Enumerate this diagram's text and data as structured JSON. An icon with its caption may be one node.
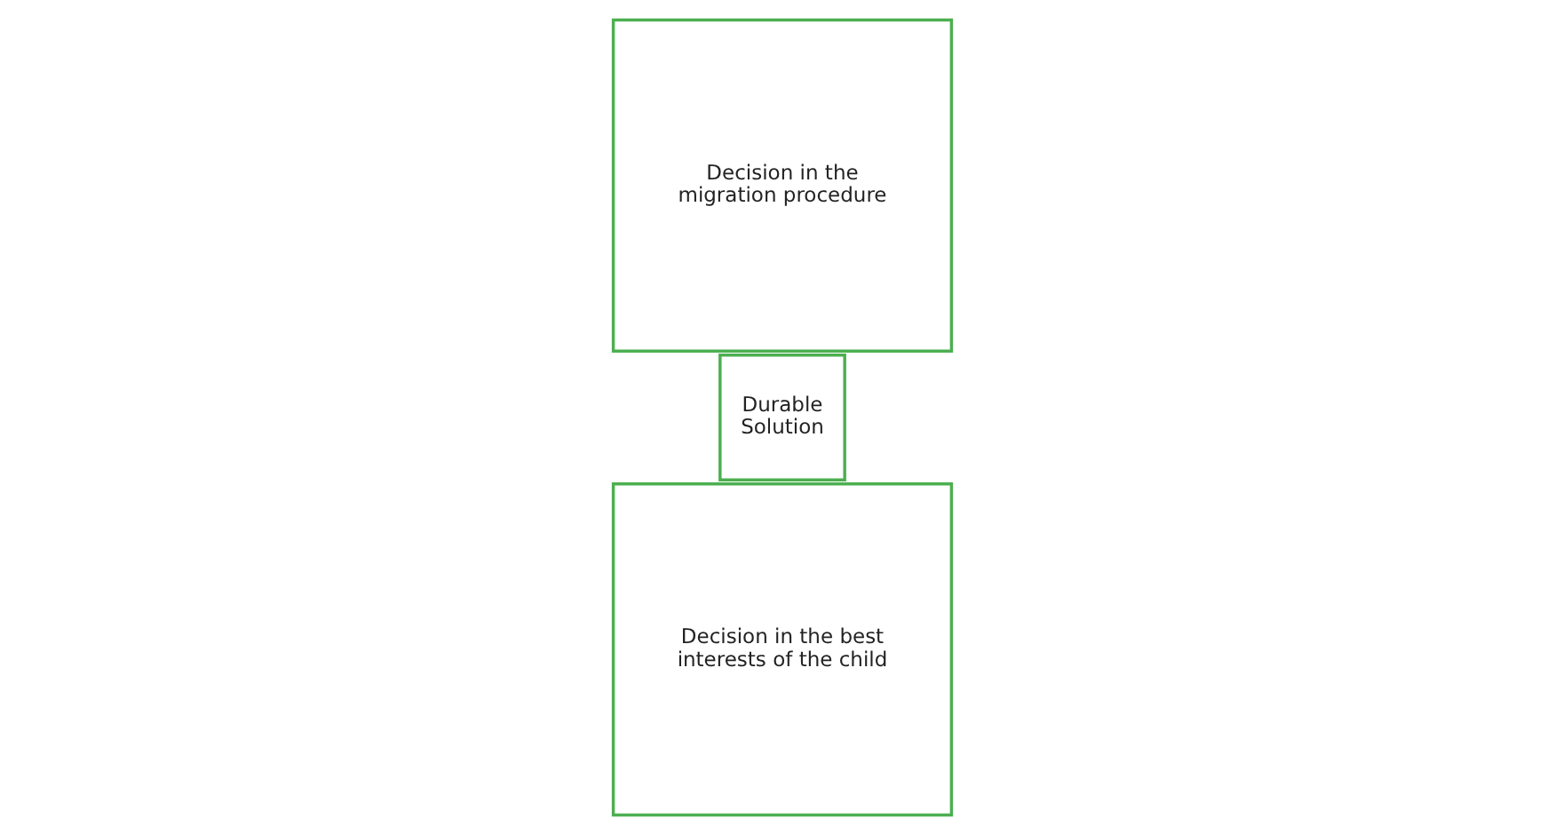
{
  "diagram": {
    "nodes": [
      {
        "text": [
          "Decision in the best interests of the child"
        ]
      },
      {
        "text": [
          "Decision in the migration procedure"
        ]
      },
      {
        "text": [
          "Durable Solution"
        ]
      }
    ]
  }
}
